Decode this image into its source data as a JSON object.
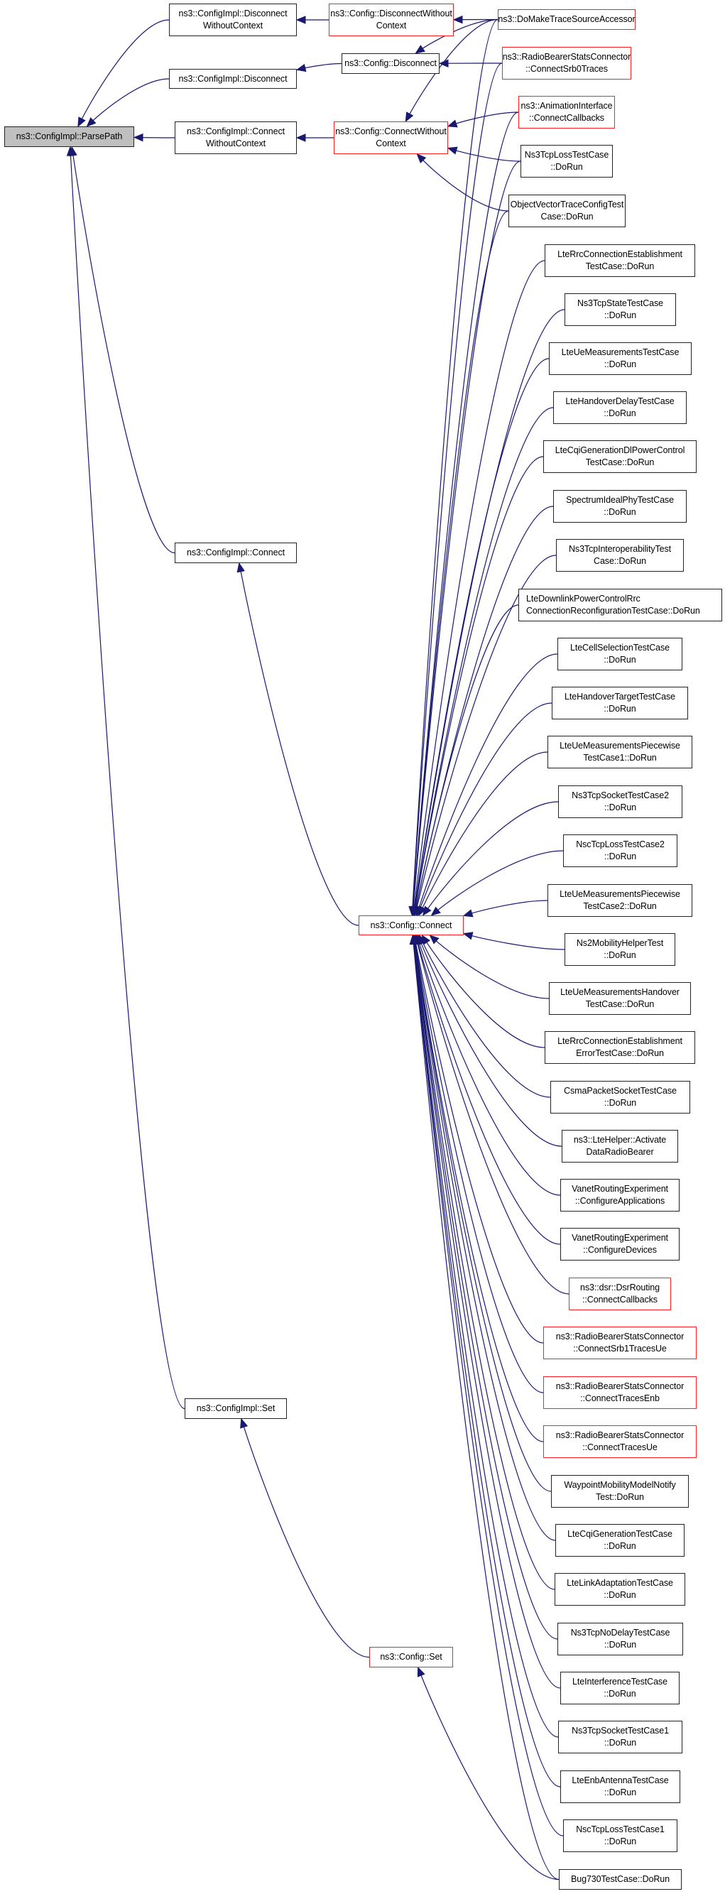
{
  "diagram": {
    "type": "caller-graph",
    "edge_color": "#191970",
    "node_border_color": "#222222",
    "highlight_border_color": "#ff2020",
    "focus_fill_color": "#bfbfbf",
    "nodes": [
      {
        "id": "parsepath",
        "lines": [
          "ns3::ConfigImpl::ParsePath"
        ],
        "style": "focus"
      },
      {
        "id": "ci_disc_woc",
        "lines": [
          "ns3::ConfigImpl::Disconnect",
          "WithoutContext"
        ],
        "style": "normal"
      },
      {
        "id": "ci_disc",
        "lines": [
          "ns3::ConfigImpl::Disconnect"
        ],
        "style": "normal"
      },
      {
        "id": "ci_conn_woc",
        "lines": [
          "ns3::ConfigImpl::Connect",
          "WithoutContext"
        ],
        "style": "normal"
      },
      {
        "id": "ci_conn",
        "lines": [
          "ns3::ConfigImpl::Connect"
        ],
        "style": "normal"
      },
      {
        "id": "ci_set",
        "lines": [
          "ns3::ConfigImpl::Set"
        ],
        "style": "normal"
      },
      {
        "id": "c_disc_woc",
        "lines": [
          "ns3::Config::DisconnectWithout",
          "Context"
        ],
        "style": "red"
      },
      {
        "id": "c_disc",
        "lines": [
          "ns3::Config::Disconnect"
        ],
        "style": "normal"
      },
      {
        "id": "c_conn_woc",
        "lines": [
          "ns3::Config::ConnectWithout",
          "Context"
        ],
        "style": "red"
      },
      {
        "id": "c_conn",
        "lines": [
          "ns3::Config::Connect"
        ],
        "style": "red"
      },
      {
        "id": "c_set",
        "lines": [
          "ns3::Config::Set"
        ],
        "style": "red"
      },
      {
        "id": "domake",
        "lines": [
          "ns3::DoMakeTraceSourceAccessor"
        ],
        "style": "red"
      },
      {
        "id": "rbsc_srb0",
        "lines": [
          "ns3::RadioBearerStatsConnector",
          "::ConnectSrb0Traces"
        ],
        "style": "red"
      },
      {
        "id": "anim",
        "lines": [
          "ns3::AnimationInterface",
          "::ConnectCallbacks"
        ],
        "style": "red"
      },
      {
        "id": "ns3tcploss",
        "lines": [
          "Ns3TcpLossTestCase",
          "::DoRun"
        ],
        "style": "normal"
      },
      {
        "id": "objvec",
        "lines": [
          "ObjectVectorTraceConfigTest",
          "Case::DoRun"
        ],
        "style": "normal"
      },
      {
        "id": "lterrc",
        "lines": [
          "LteRrcConnectionEstablishment",
          "TestCase::DoRun"
        ],
        "style": "normal"
      },
      {
        "id": "ns3tcpstate",
        "lines": [
          "Ns3TcpStateTestCase",
          "::DoRun"
        ],
        "style": "normal"
      },
      {
        "id": "lteuemeas",
        "lines": [
          "LteUeMeasurementsTestCase",
          "::DoRun"
        ],
        "style": "normal"
      },
      {
        "id": "ltehodelay",
        "lines": [
          "LteHandoverDelayTestCase",
          "::DoRun"
        ],
        "style": "normal"
      },
      {
        "id": "ltecqidl",
        "lines": [
          "LteCqiGenerationDlPowerControl",
          "TestCase::DoRun"
        ],
        "style": "normal"
      },
      {
        "id": "specideal",
        "lines": [
          "SpectrumIdealPhyTestCase",
          "::DoRun"
        ],
        "style": "normal"
      },
      {
        "id": "ns3tcpinterop",
        "lines": [
          "Ns3TcpInteroperabilityTest",
          "Case::DoRun"
        ],
        "style": "normal"
      },
      {
        "id": "ltedlpc",
        "lines": [
          "LteDownlinkPowerControlRrc",
          "ConnectionReconfigurationTestCase::DoRun"
        ],
        "style": "normal"
      },
      {
        "id": "ltecellsel",
        "lines": [
          "LteCellSelectionTestCase",
          "::DoRun"
        ],
        "style": "normal"
      },
      {
        "id": "ltehotarget",
        "lines": [
          "LteHandoverTargetTestCase",
          "::DoRun"
        ],
        "style": "normal"
      },
      {
        "id": "lteuepw1",
        "lines": [
          "LteUeMeasurementsPiecewise",
          "TestCase1::DoRun"
        ],
        "style": "normal"
      },
      {
        "id": "ns3tcpsock2",
        "lines": [
          "Ns3TcpSocketTestCase2",
          "::DoRun"
        ],
        "style": "normal"
      },
      {
        "id": "nsctcploss2",
        "lines": [
          "NscTcpLossTestCase2",
          "::DoRun"
        ],
        "style": "normal"
      },
      {
        "id": "lteuepw2",
        "lines": [
          "LteUeMeasurementsPiecewise",
          "TestCase2::DoRun"
        ],
        "style": "normal"
      },
      {
        "id": "ns2mob",
        "lines": [
          "Ns2MobilityHelperTest",
          "::DoRun"
        ],
        "style": "normal"
      },
      {
        "id": "lteueho",
        "lines": [
          "LteUeMeasurementsHandover",
          "TestCase::DoRun"
        ],
        "style": "normal"
      },
      {
        "id": "lterrcerr",
        "lines": [
          "LteRrcConnectionEstablishment",
          "ErrorTestCase::DoRun"
        ],
        "style": "normal"
      },
      {
        "id": "csma",
        "lines": [
          "CsmaPacketSocketTestCase",
          "::DoRun"
        ],
        "style": "normal"
      },
      {
        "id": "ltehelper",
        "lines": [
          "ns3::LteHelper::Activate",
          "DataRadioBearer"
        ],
        "style": "normal"
      },
      {
        "id": "vanetapps",
        "lines": [
          "VanetRoutingExperiment",
          "::ConfigureApplications"
        ],
        "style": "normal"
      },
      {
        "id": "vanetdev",
        "lines": [
          "VanetRoutingExperiment",
          "::ConfigureDevices"
        ],
        "style": "normal"
      },
      {
        "id": "dsr",
        "lines": [
          "ns3::dsr::DsrRouting",
          "::ConnectCallbacks"
        ],
        "style": "red"
      },
      {
        "id": "rbsc_srb1ue",
        "lines": [
          "ns3::RadioBearerStatsConnector",
          "::ConnectSrb1TracesUe"
        ],
        "style": "red"
      },
      {
        "id": "rbsc_enb",
        "lines": [
          "ns3::RadioBearerStatsConnector",
          "::ConnectTracesEnb"
        ],
        "style": "red"
      },
      {
        "id": "rbsc_ue",
        "lines": [
          "ns3::RadioBearerStatsConnector",
          "::ConnectTracesUe"
        ],
        "style": "red"
      },
      {
        "id": "waypoint",
        "lines": [
          "WaypointMobilityModelNotify",
          "Test::DoRun"
        ],
        "style": "normal"
      },
      {
        "id": "ltecqi",
        "lines": [
          "LteCqiGenerationTestCase",
          "::DoRun"
        ],
        "style": "normal"
      },
      {
        "id": "ltelinkad",
        "lines": [
          "LteLinkAdaptationTestCase",
          "::DoRun"
        ],
        "style": "normal"
      },
      {
        "id": "ns3tcpnodelay",
        "lines": [
          "Ns3TcpNoDelayTestCase",
          "::DoRun"
        ],
        "style": "normal"
      },
      {
        "id": "lteinterf",
        "lines": [
          "LteInterferenceTestCase",
          "::DoRun"
        ],
        "style": "normal"
      },
      {
        "id": "ns3tcpsock1",
        "lines": [
          "Ns3TcpSocketTestCase1",
          "::DoRun"
        ],
        "style": "normal"
      },
      {
        "id": "lteenbant",
        "lines": [
          "LteEnbAntennaTestCase",
          "::DoRun"
        ],
        "style": "normal"
      },
      {
        "id": "nsctcploss1",
        "lines": [
          "NscTcpLossTestCase1",
          "::DoRun"
        ],
        "style": "normal"
      },
      {
        "id": "bug730",
        "lines": [
          "Bug730TestCase::DoRun"
        ],
        "style": "normal"
      }
    ],
    "edges": [
      {
        "from": "ci_disc_woc",
        "to": "parsepath"
      },
      {
        "from": "ci_disc",
        "to": "parsepath"
      },
      {
        "from": "ci_conn_woc",
        "to": "parsepath"
      },
      {
        "from": "ci_conn",
        "to": "parsepath"
      },
      {
        "from": "ci_set",
        "to": "parsepath"
      },
      {
        "from": "c_disc_woc",
        "to": "ci_disc_woc"
      },
      {
        "from": "c_disc",
        "to": "ci_disc"
      },
      {
        "from": "c_conn_woc",
        "to": "ci_conn_woc"
      },
      {
        "from": "c_conn",
        "to": "ci_conn"
      },
      {
        "from": "c_set",
        "to": "ci_set"
      },
      {
        "from": "domake",
        "to": "c_disc_woc"
      },
      {
        "from": "domake",
        "to": "c_disc"
      },
      {
        "from": "domake",
        "to": "c_conn_woc"
      },
      {
        "from": "domake",
        "to": "c_conn"
      },
      {
        "from": "rbsc_srb0",
        "to": "c_disc"
      },
      {
        "from": "rbsc_srb0",
        "to": "c_conn"
      },
      {
        "from": "anim",
        "to": "c_conn_woc"
      },
      {
        "from": "anim",
        "to": "c_conn"
      },
      {
        "from": "ns3tcploss",
        "to": "c_conn_woc"
      },
      {
        "from": "ns3tcploss",
        "to": "c_conn"
      },
      {
        "from": "objvec",
        "to": "c_conn_woc"
      },
      {
        "from": "objvec",
        "to": "c_conn"
      },
      {
        "from": "lterrc",
        "to": "c_conn"
      },
      {
        "from": "ns3tcpstate",
        "to": "c_conn"
      },
      {
        "from": "lteuemeas",
        "to": "c_conn"
      },
      {
        "from": "ltehodelay",
        "to": "c_conn"
      },
      {
        "from": "ltecqidl",
        "to": "c_conn"
      },
      {
        "from": "specideal",
        "to": "c_conn"
      },
      {
        "from": "ns3tcpinterop",
        "to": "c_conn"
      },
      {
        "from": "ltedlpc",
        "to": "c_conn"
      },
      {
        "from": "ltecellsel",
        "to": "c_conn"
      },
      {
        "from": "ltehotarget",
        "to": "c_conn"
      },
      {
        "from": "lteuepw1",
        "to": "c_conn"
      },
      {
        "from": "ns3tcpsock2",
        "to": "c_conn"
      },
      {
        "from": "nsctcploss2",
        "to": "c_conn"
      },
      {
        "from": "lteuepw2",
        "to": "c_conn"
      },
      {
        "from": "ns2mob",
        "to": "c_conn"
      },
      {
        "from": "lteueho",
        "to": "c_conn"
      },
      {
        "from": "lterrcerr",
        "to": "c_conn"
      },
      {
        "from": "csma",
        "to": "c_conn"
      },
      {
        "from": "ltehelper",
        "to": "c_conn"
      },
      {
        "from": "vanetapps",
        "to": "c_conn"
      },
      {
        "from": "vanetdev",
        "to": "c_conn"
      },
      {
        "from": "dsr",
        "to": "c_conn"
      },
      {
        "from": "rbsc_srb1ue",
        "to": "c_conn"
      },
      {
        "from": "rbsc_enb",
        "to": "c_conn"
      },
      {
        "from": "rbsc_ue",
        "to": "c_conn"
      },
      {
        "from": "waypoint",
        "to": "c_conn"
      },
      {
        "from": "ltecqi",
        "to": "c_conn"
      },
      {
        "from": "ltelinkad",
        "to": "c_conn"
      },
      {
        "from": "ns3tcpnodelay",
        "to": "c_conn"
      },
      {
        "from": "lteinterf",
        "to": "c_conn"
      },
      {
        "from": "ns3tcpsock1",
        "to": "c_conn"
      },
      {
        "from": "lteenbant",
        "to": "c_conn"
      },
      {
        "from": "nsctcploss1",
        "to": "c_conn"
      },
      {
        "from": "bug730",
        "to": "c_conn"
      },
      {
        "from": "bug730",
        "to": "c_set"
      }
    ]
  }
}
